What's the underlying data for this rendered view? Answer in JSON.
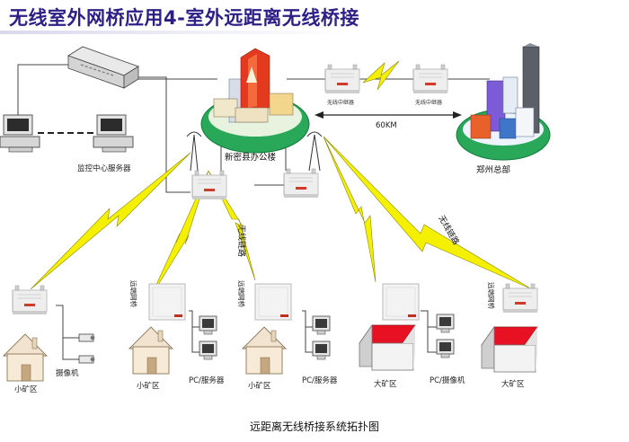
{
  "title": "无线室外网桥应用4-室外远距离无线桥接",
  "labels": {
    "monitor_center": "监控中心服务器",
    "xinmi_office": "新密县办公楼",
    "zhengzhou_hq": "郑州总部",
    "repeater": "无线中继器",
    "distance": "60KM",
    "wireless_link": "无线链路",
    "remote_bridge": "远端网桥",
    "small_mine": "小矿区",
    "big_mine": "大矿区",
    "camera": "摄像机",
    "pc_server": "PC/服务器",
    "pc_camera": "PC/摄像机"
  },
  "caption": "远距离无线桥接系统拓扑图",
  "colors": {
    "title": "#2c1f86",
    "link": "#f4f000",
    "island": "#2aa85a",
    "red_roof": "#e81123"
  }
}
